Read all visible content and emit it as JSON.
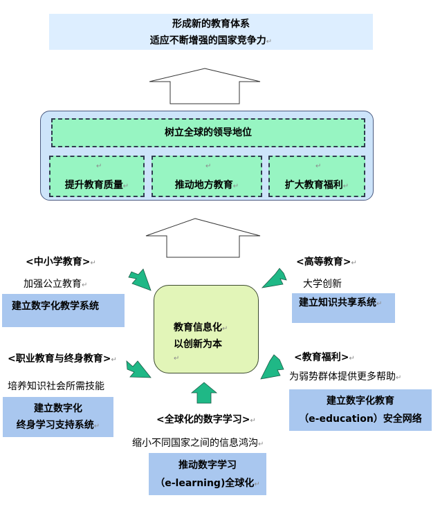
{
  "top": {
    "line1": "形成新的教育体系",
    "line2": "适应不断增强的国家竞争力"
  },
  "mid": {
    "lead": "树立全球的领导地位",
    "sub": [
      "提升教育质量",
      "推动地方教育",
      "扩大教育福利"
    ]
  },
  "center": {
    "line1": "教育信息化",
    "line2": "以创新为本"
  },
  "areas": {
    "primary": {
      "title": "<中小学教育>",
      "desc": "加强公立教育",
      "action": "建立数字化教学系统"
    },
    "higher": {
      "title": "<高等教育>",
      "desc": "大学创新",
      "action": "建立知识共享系统"
    },
    "vocational": {
      "title": "<职业教育与终身教育>",
      "desc": "培养知识社会所需技能",
      "action_line1": "建立数字化",
      "action_line2": "终身学习支持系统"
    },
    "welfare": {
      "title": "<教育福利>",
      "desc": "为弱势群体提供更多帮助",
      "action_line1": "建立数字化教育",
      "action_line2": "（e-education）安全网络"
    },
    "global": {
      "title": "<全球化的数字学习>",
      "desc": "缩小不同国家之间的信息鸿沟",
      "action_line1": "推动数字学习",
      "action_line2": "（e-learning)全球化"
    }
  },
  "colors": {
    "top_box": "#ddeeff",
    "blue_box": "#a9c7ef",
    "green_dashed": "#97f5c2",
    "center_box": "#e2f5b8",
    "arrow_green": "#1fb886",
    "mid_panel": "#cde4fa"
  },
  "marks": {
    "return_mark": "↵"
  }
}
